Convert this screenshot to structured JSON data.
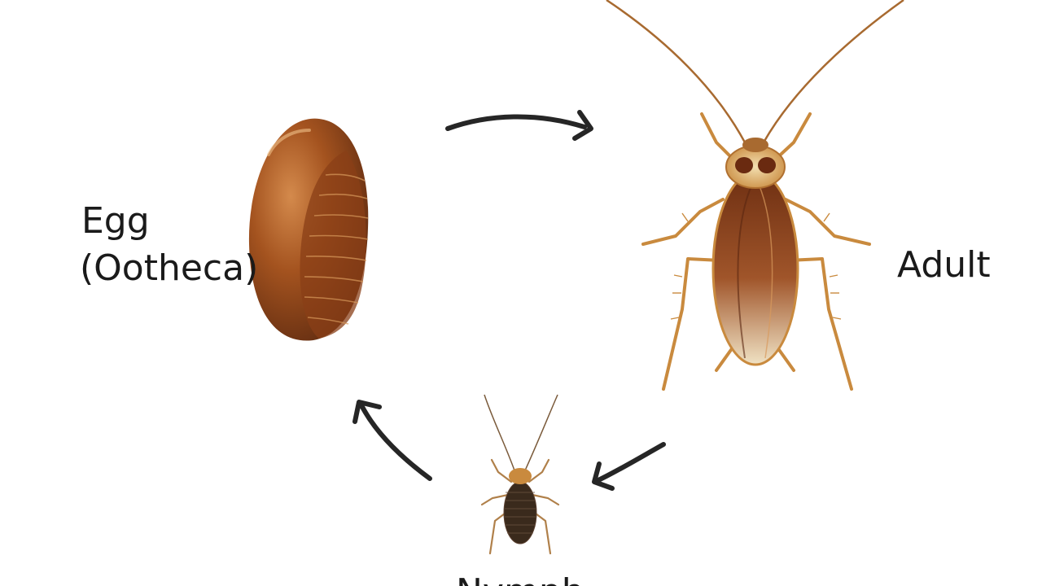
{
  "stages": {
    "egg": {
      "name": "Egg",
      "detail": "(Ootheca)"
    },
    "adult": {
      "name": "Adult"
    },
    "nymph": {
      "name": "Nymph"
    }
  },
  "colors": {
    "arrow": "#262626",
    "egg_dark": "#5e2a10",
    "egg_mid": "#9b4d1f",
    "egg_light": "#c97b40",
    "adult_body": "#7a3a18",
    "adult_wing_light": "#f0e2c4",
    "adult_leg": "#c98a3e",
    "nymph_body": "#3a2a1c",
    "text": "#1a1a1a"
  },
  "icons": [
    "egg-case-illustration",
    "adult-cockroach-illustration",
    "nymph-cockroach-illustration",
    "cycle-arrow-icon"
  ]
}
